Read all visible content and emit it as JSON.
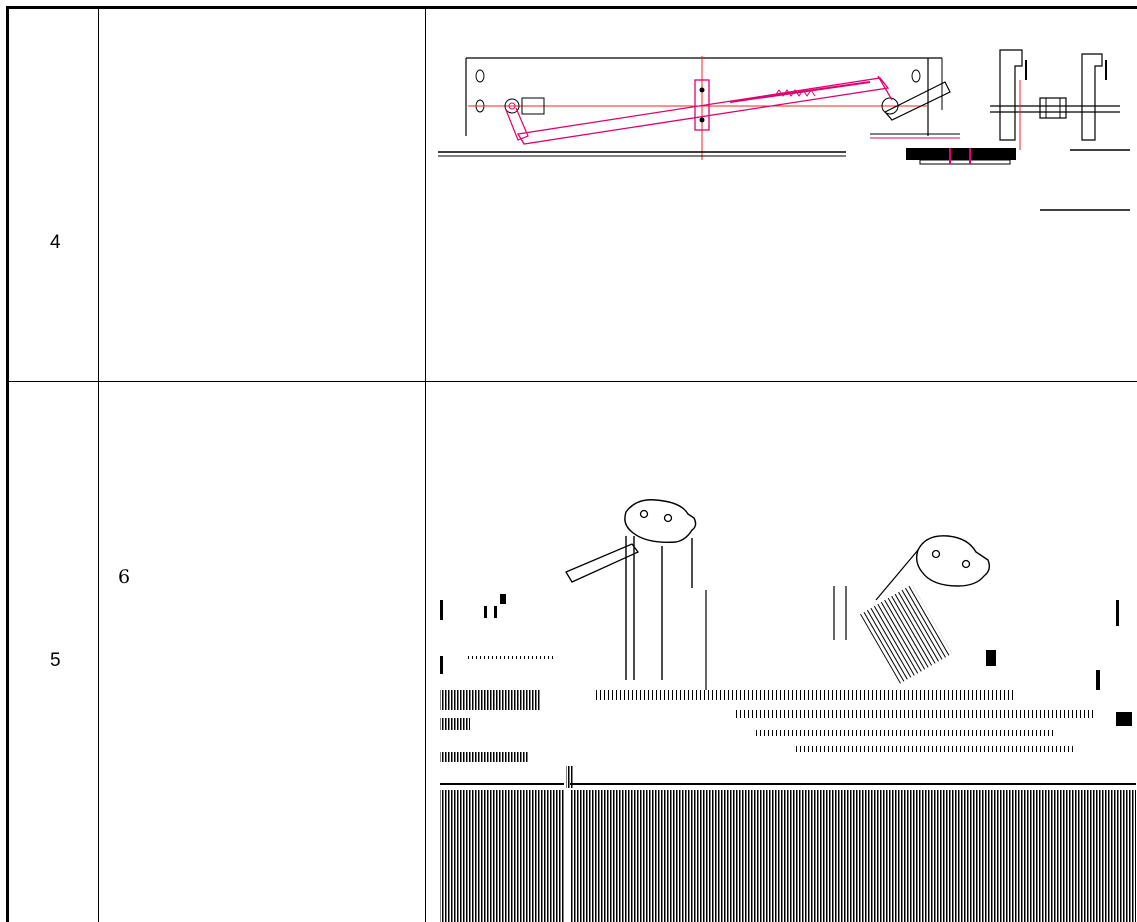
{
  "table": {
    "rows": [
      {
        "number": "4",
        "description": "",
        "figure_icon": "linkage-assembly-drawing"
      },
      {
        "number": "5",
        "description": "6",
        "figure_icon": "hinge-bracket-render"
      }
    ]
  },
  "colors": {
    "line": "#000000",
    "drawing_accent": "#e0006f",
    "drawing_red": "#ff2020"
  }
}
